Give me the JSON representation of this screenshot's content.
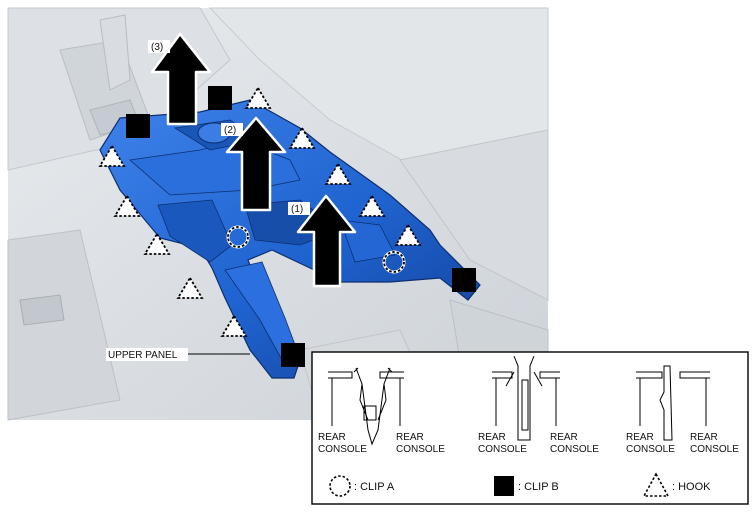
{
  "callouts": {
    "step1": "(1)",
    "step2": "(2)",
    "step3": "(3)",
    "upper_panel": "UPPER PANEL"
  },
  "inset": {
    "detail_1": {
      "left": "REAR\nCONSOLE",
      "right": "REAR\nCONSOLE"
    },
    "detail_2": {
      "left": "REAR\nCONSOLE",
      "right": "REAR\nCONSOLE"
    },
    "detail_3": {
      "left": "REAR\nCONSOLE",
      "right": "REAR\nCONSOLE"
    }
  },
  "legend": {
    "clip_a": ": CLIP A",
    "clip_b": ": CLIP B",
    "hook": ": HOOK"
  },
  "colors": {
    "panel_blue": "#1f63d0",
    "panel_blue_dark": "#123f94",
    "background_gray": "#d5d9de"
  }
}
